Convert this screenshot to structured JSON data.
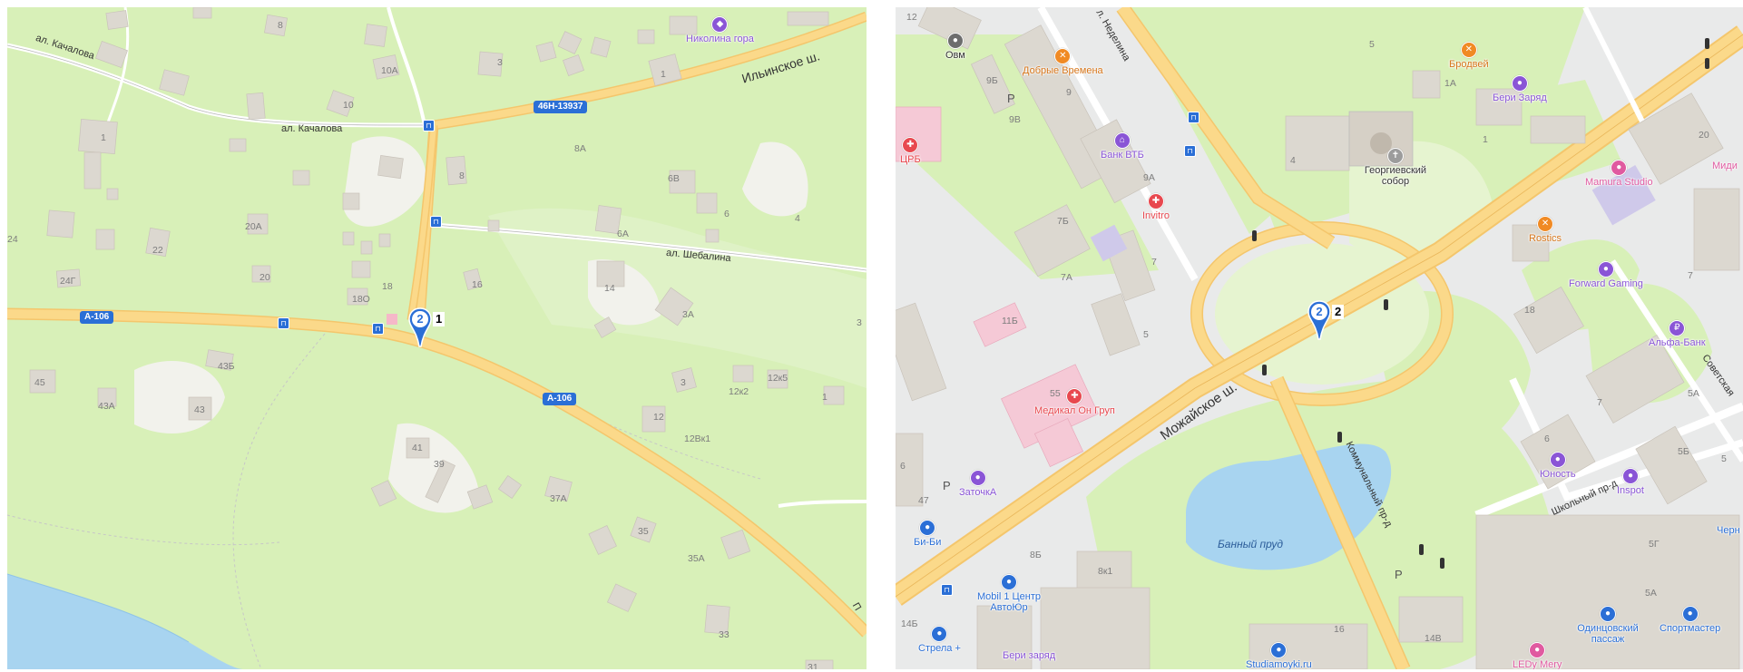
{
  "left_map": {
    "streets": {
      "kachalova_top": "ал. Качалова",
      "kachalova_mid": "ал. Качалова",
      "ilinskoe": "Ильинское ш.",
      "shebalina": "ал. Шебалина",
      "edge": "П"
    },
    "road_shields": {
      "r46n": "46Н-13937",
      "a106_left": "А-106",
      "a106_right": "А-106"
    },
    "poi": {
      "nikolina_gora": "Николина гора"
    },
    "poi_colors": {
      "nikolina_gora": "#8a55d6"
    },
    "pin": {
      "count": "2",
      "label": "1"
    },
    "house_numbers": {
      "h8": "8",
      "h3": "3",
      "h1a": "1",
      "h10a": "10А",
      "h10": "10",
      "h1b": "1",
      "h8a": "8А",
      "h8b": "8",
      "h6v": "6В",
      "h6": "6",
      "h4": "4",
      "h6a": "6А",
      "h20a": "20А",
      "h22": "22",
      "h20": "20",
      "h24g": "24Г",
      "h4edge": "24",
      "h18": "18",
      "h18o": "18О",
      "h16": "16",
      "h14": "14",
      "h3a": "3А",
      "h3edge": "3",
      "h43b": "43Б",
      "h45": "45",
      "h43a": "43А",
      "h43": "43",
      "h3b": "3",
      "h12x2": "12к2",
      "h12x5": "12к5",
      "h1c": "1",
      "h12": "12",
      "h12k1": "12Вк1",
      "h41": "41",
      "h39": "39",
      "h37a": "37А",
      "h35": "35",
      "h35a": "35А",
      "h33": "33",
      "h31": "31"
    }
  },
  "right_map": {
    "streets": {
      "mozhayskoe": "Можайское ш.",
      "kommunalny": "Коммунальный пр-д",
      "nedelina": "л. Неделина",
      "shkolny": "Школьный пр-д",
      "sovetskaya": "Советская"
    },
    "poi": {
      "ovm": "Овм",
      "dobrye_vremena": "Добрые Времена",
      "brodvey": "Бродвей",
      "beri_zaryad_top": "Бери Заряд",
      "crb": "ЦРБ",
      "bank_vtb": "Банк ВТБ",
      "georgievsky": "Георгиевский собор",
      "invitro": "Invitro",
      "mamura": "Mamura Studio",
      "midi": "Миди",
      "rostics": "Rostics",
      "forward_gaming": "Forward Gaming",
      "alfa_bank": "Альфа-Банк",
      "medical_on": "Медикал Он Груп",
      "zatochka": "ЗаточкА",
      "bi_bi": "Би-Би",
      "yunost": "Юность",
      "inspot": "Inspot",
      "cherni": "Черн",
      "mobil1": "Mobil 1 Центр АвтоЮр",
      "strela": "Стрела +",
      "beri_zaryad_bottom": "Бери заряд",
      "studiamoyki": "Studiamoyki.ru",
      "odintsovsky": "Одинцовский пассаж",
      "sportmaster": "Спортмастер",
      "ledy": "LEDy Mery"
    },
    "poi_colors": {
      "orange": "#f08a24",
      "purple": "#8a55d6",
      "red": "#e8484f",
      "blue": "#2b6fd6",
      "pink": "#e05aa0",
      "gray": "#6d6d6d"
    },
    "pond": "Банный пруд",
    "parking": {
      "p1": "P",
      "p2": "P",
      "p3": "P"
    },
    "pin": {
      "count": "2",
      "label": "2"
    },
    "house_numbers": {
      "h12": "12",
      "h9b": "9Б",
      "h9v": "9В",
      "h9": "9",
      "h9a": "9А",
      "h5": "5",
      "h1a": "1А",
      "h1": "1",
      "h4": "4",
      "h20": "20",
      "h7b": "7Б",
      "h7a": "7А",
      "h7": "7",
      "h5b": "5",
      "h11b": "11Б",
      "h55": "55",
      "h47": "47",
      "h18": "18",
      "h7r": "7",
      "h7c": "7",
      "h5a": "5А",
      "h6": "6",
      "h5b2": "5Б",
      "h5c": "5",
      "h8b": "8Б",
      "h8k1": "8к1",
      "h16": "16",
      "h14v": "14В",
      "h5g": "5Г",
      "h5ar": "5А",
      "h14b": "14Б",
      "h6l": "6"
    }
  }
}
